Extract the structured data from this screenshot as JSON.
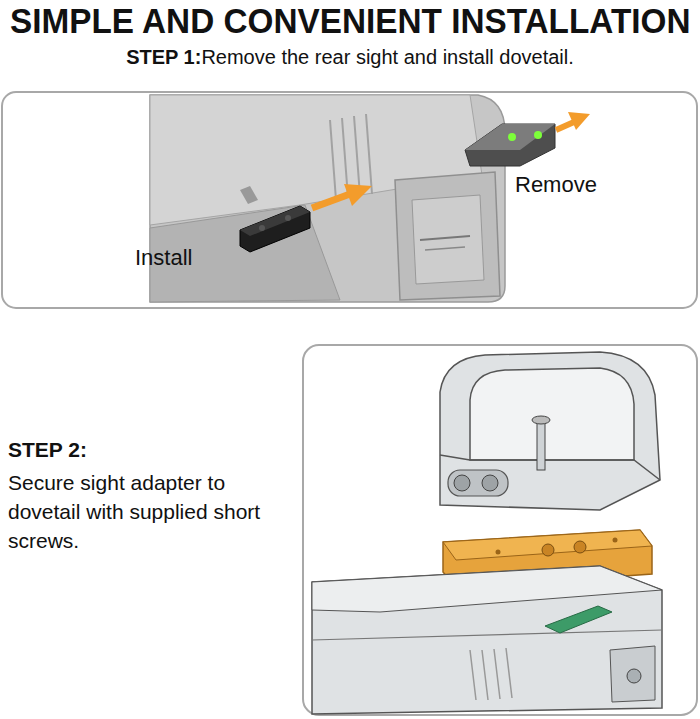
{
  "diagram": {
    "title": "SIMPLE AND CONVENIENT INSTALLATION",
    "labels": [
      "STEP 1:",
      "Remove the rear sight and install dovetail.",
      "Remove",
      "Install",
      "STEP 2:",
      "Secure sight adapter to dovetail with supplied short screws."
    ]
  }
}
